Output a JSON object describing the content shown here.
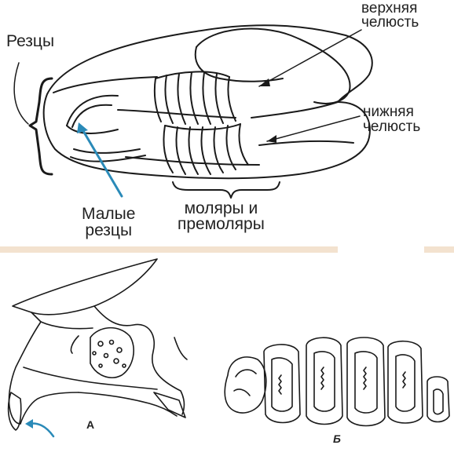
{
  "top_diagram": {
    "labels": {
      "incisors": "Резцы",
      "upper_jaw": "верхняя\nчелюсть",
      "lower_jaw": "нижняя\nчелюсть",
      "small_incisors": "Малые\nрезцы",
      "molars_premolars": "моляры и\nпремоляры"
    },
    "arrow_color": "#2a8ab8",
    "line_color": "#1a1a1a"
  },
  "bottom_diagram": {
    "labels": {
      "panel_a": "А",
      "panel_b": "Б"
    },
    "arrow_color": "#2a8ab8",
    "divider_color": "#f3e2cf"
  }
}
